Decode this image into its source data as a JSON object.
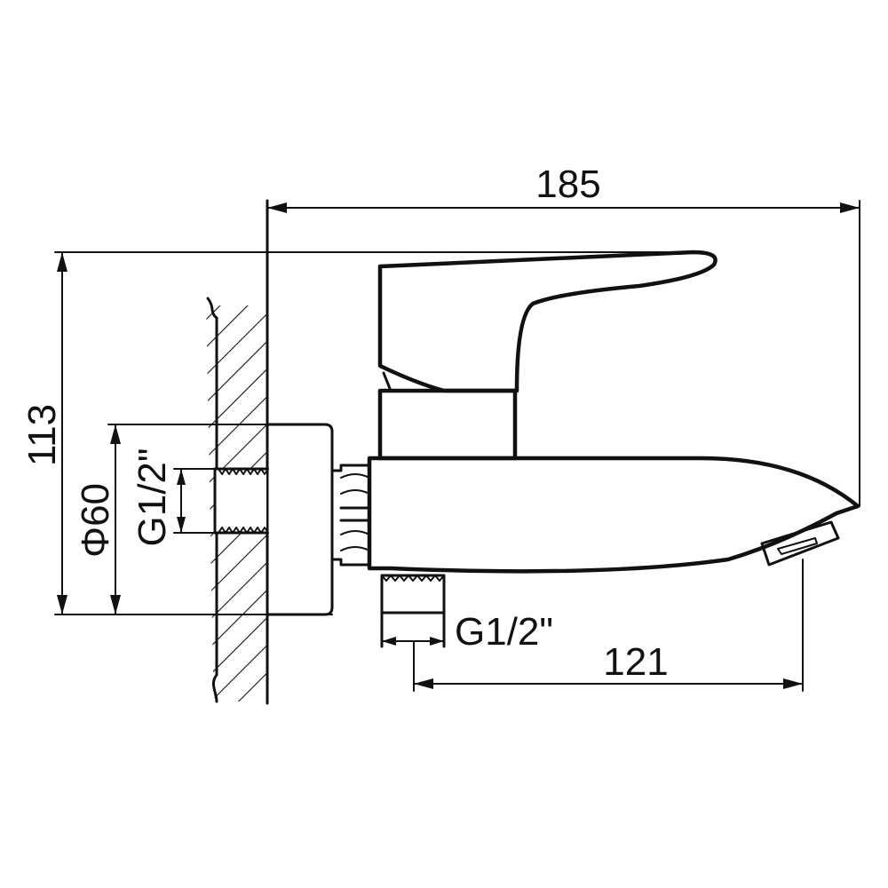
{
  "diagram": {
    "dimensions": {
      "overall_length": "185",
      "overall_height": "113",
      "base_diameter": "Φ60",
      "inlet_thread": "G1/2\"",
      "outlet_thread": "G1/2\"",
      "spout_reach": "121"
    },
    "colors": {
      "line": "#111111",
      "background": "#ffffff"
    }
  }
}
